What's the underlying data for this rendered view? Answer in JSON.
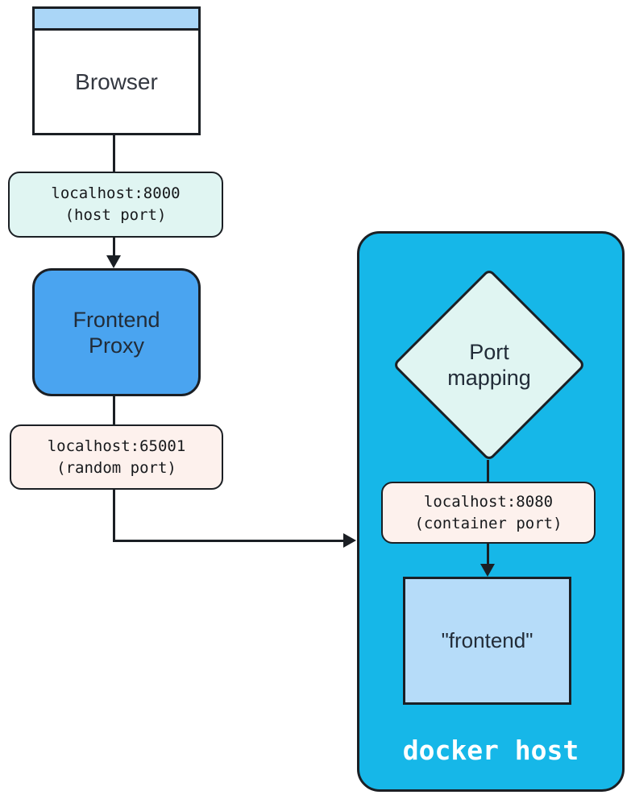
{
  "nodes": {
    "browser": {
      "label": "Browser"
    },
    "frontend_proxy": {
      "lines": [
        "Frontend",
        "Proxy"
      ]
    },
    "port_mapping": {
      "lines": [
        "Port",
        "mapping"
      ]
    },
    "frontend_container": {
      "label": "\"frontend\""
    },
    "docker_host": {
      "label": "docker host"
    }
  },
  "edge_labels": {
    "host_port": {
      "lines": [
        "localhost:8000",
        "(host port)"
      ]
    },
    "random_port": {
      "lines": [
        "localhost:65001",
        "(random port)"
      ]
    },
    "container_port": {
      "lines": [
        "localhost:8080",
        "(container port)"
      ]
    }
  },
  "colors": {
    "border_and_edges": "#1b1f24",
    "browser_titlebar_fill": "#aad6f7",
    "browser_body_fill": "#ffffff",
    "frontend_proxy_fill": "#4aa4f0",
    "docker_host_fill": "#16b7e8",
    "port_mapping_diamond_fill": "#e0f5f2",
    "host_port_label_fill": "#e0f5f2",
    "random_port_label_fill": "#fdf1ed",
    "container_port_label_fill": "#fdf1ed",
    "frontend_container_fill": "#b6dcf9",
    "docker_host_label_color": "#ffffff",
    "node_text_color": "#222c38",
    "mono_label_text_color": "#17191c"
  }
}
